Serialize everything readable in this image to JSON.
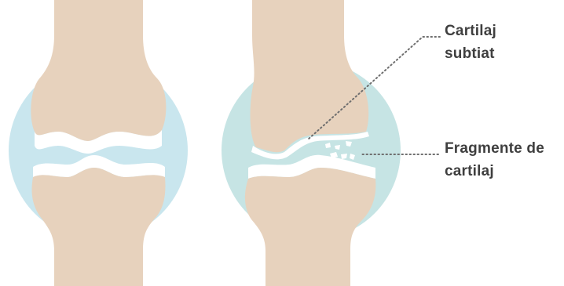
{
  "labels": {
    "thin_cartilage": {
      "line1": "Cartilaj",
      "line2": "subtiat"
    },
    "fragments": {
      "line1": "Fragmente de",
      "line2": "cartilaj"
    }
  },
  "colors": {
    "bone": "#e7d2bd",
    "cartilage": "#ffffff",
    "healthy_capsule": "#c9e6ee",
    "damaged_capsule": "#c6e4e4",
    "leader_line": "#6f6f6f",
    "label_text": "#3f3f3f"
  }
}
